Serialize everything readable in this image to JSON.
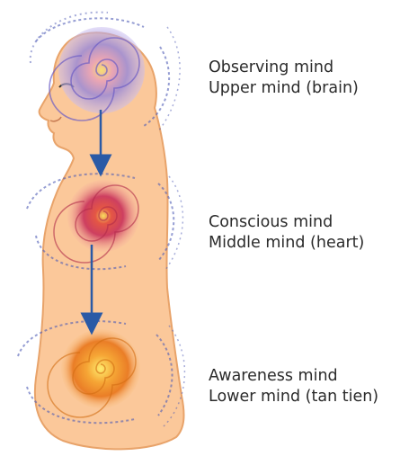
{
  "levels": [
    {
      "line1": "Observing mind",
      "line2": "Upper mind (brain)"
    },
    {
      "line1": "Conscious mind",
      "line2": "Middle mind (heart)"
    },
    {
      "line1": "Awareness mind",
      "line2": "Lower mind (tan tien)"
    }
  ],
  "colors": {
    "body_fill": "#fbc89a",
    "body_stroke": "#e8a36a",
    "arrow": "#2a5aa6",
    "brain_swirl": "#8b7fd0",
    "heart_core": "#d8243a",
    "belly_core": "#f29a1c",
    "outer_swirl": "#4f5bb5",
    "text": "#2b2b2b"
  }
}
